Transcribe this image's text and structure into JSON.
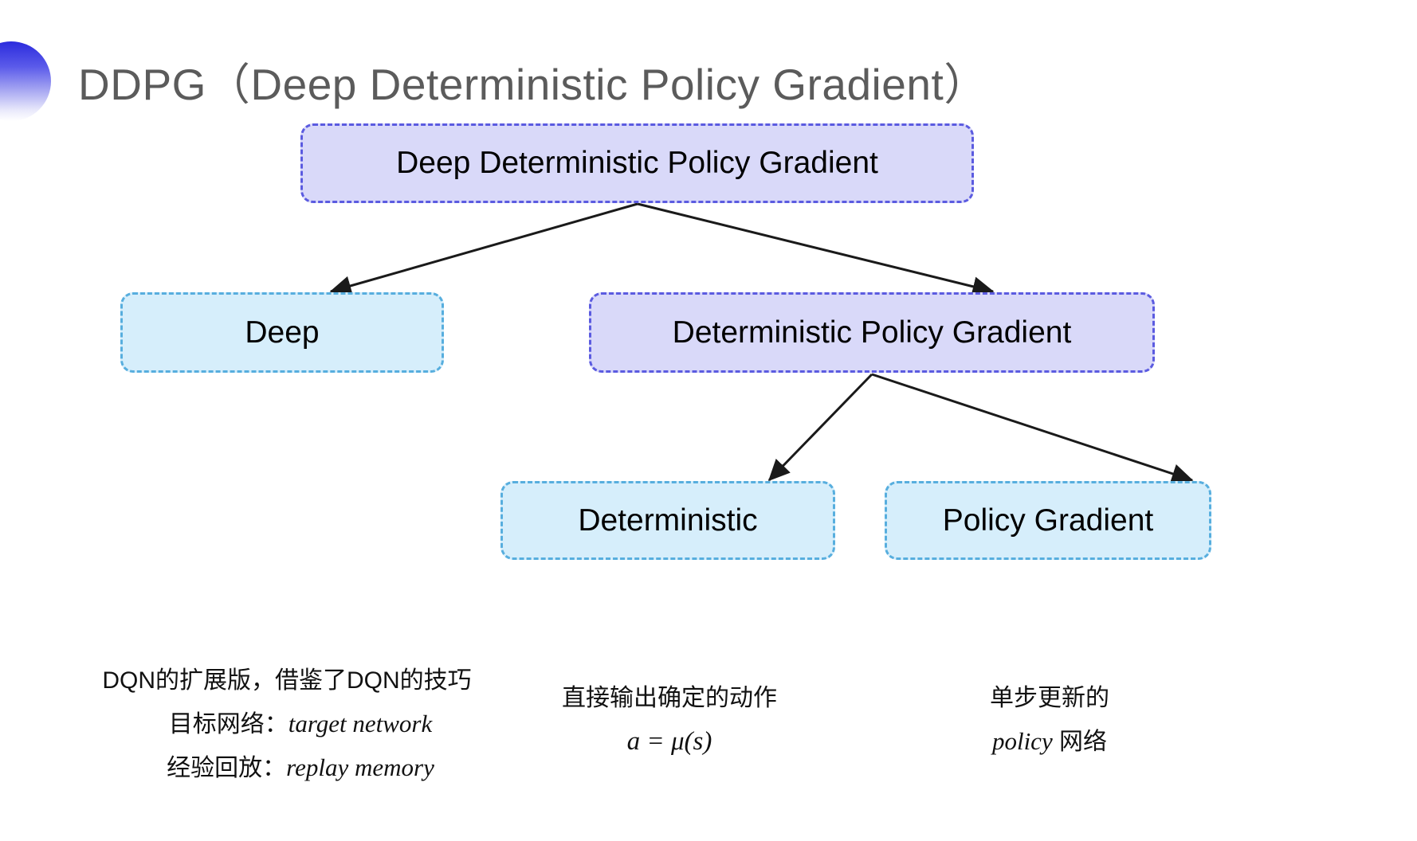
{
  "slide": {
    "title": "DDPG（Deep Deterministic Policy Gradient）",
    "accent_color": "#3434e0",
    "title_color": "#5b5b5b",
    "background": "#ffffff"
  },
  "colors": {
    "purple_fill": "#d9d9f9",
    "purple_border": "#5b5be0",
    "blue_fill": "#d6eefb",
    "blue_border": "#57aede",
    "arrow": "#1a1a1a",
    "text": "#000000"
  },
  "diagram": {
    "nodes": {
      "root": {
        "label": "Deep Deterministic Policy Gradient",
        "style": "purple"
      },
      "deep": {
        "label": "Deep",
        "style": "blue"
      },
      "dpg": {
        "label": "Deterministic Policy Gradient",
        "style": "purple"
      },
      "deterministic": {
        "label": "Deterministic",
        "style": "blue"
      },
      "policy_gradient": {
        "label": "Policy Gradient",
        "style": "blue"
      }
    },
    "edges": [
      {
        "from": "root",
        "to": "deep"
      },
      {
        "from": "root",
        "to": "dpg"
      },
      {
        "from": "dpg",
        "to": "deterministic"
      },
      {
        "from": "dpg",
        "to": "policy_gradient"
      }
    ]
  },
  "captions": {
    "deep": {
      "line1": "DQN的扩展版，借鉴了DQN的技巧",
      "line2_label": "目标网络：",
      "line2_term": "target network",
      "line3_label": "经验回放：",
      "line3_term": "replay memory"
    },
    "deterministic": {
      "line1": "直接输出确定的动作",
      "formula": "a = μ(s)"
    },
    "policy_gradient": {
      "line1": "单步更新的",
      "line2_term": "policy",
      "line2_suffix": " 网络"
    }
  }
}
